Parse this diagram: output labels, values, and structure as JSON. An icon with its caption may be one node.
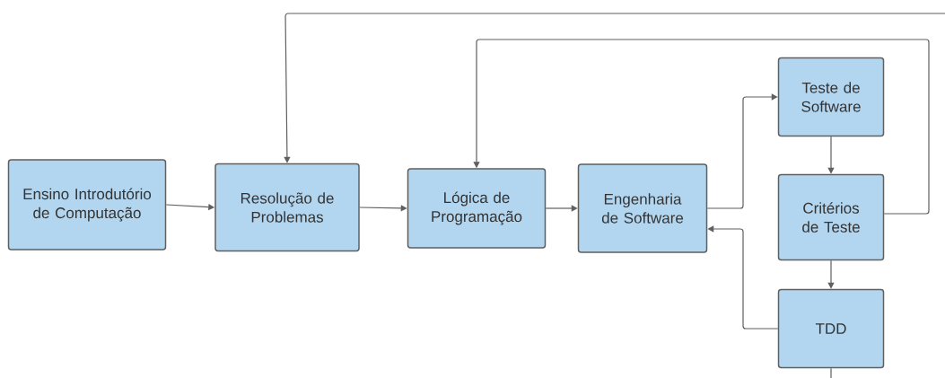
{
  "diagram": {
    "nodes": [
      {
        "text": [
          "Ensino Introdutório de Computação"
        ]
      },
      {
        "text": [
          "Resolução de Problemas"
        ]
      },
      {
        "text": [
          "Lógica de Programação"
        ]
      },
      {
        "text": [
          "Engenharia de Software"
        ]
      },
      {
        "text": [
          "Teste de Software"
        ]
      },
      {
        "text": [
          "Critérios de Teste"
        ]
      },
      {
        "text": [
          "TDD"
        ]
      }
    ],
    "edges": [
      {
        "from": 0,
        "to": 1,
        "arrow": "to"
      },
      {
        "from": 1,
        "to": 2,
        "arrow": "to"
      },
      {
        "from": 2,
        "to": 3,
        "arrow": "to"
      },
      {
        "from": 3,
        "to": 4,
        "arrow": "to"
      },
      {
        "from": 4,
        "to": 5,
        "arrow": "to"
      },
      {
        "from": 5,
        "to": 6,
        "arrow": "to"
      },
      {
        "from": 6,
        "to": 3,
        "arrow": "to"
      },
      {
        "from": 5,
        "to": 2,
        "arrow": "to"
      },
      {
        "from": null,
        "to": 1,
        "arrow": "to"
      },
      {
        "from": 6,
        "to": null,
        "arrow": "none"
      }
    ]
  }
}
